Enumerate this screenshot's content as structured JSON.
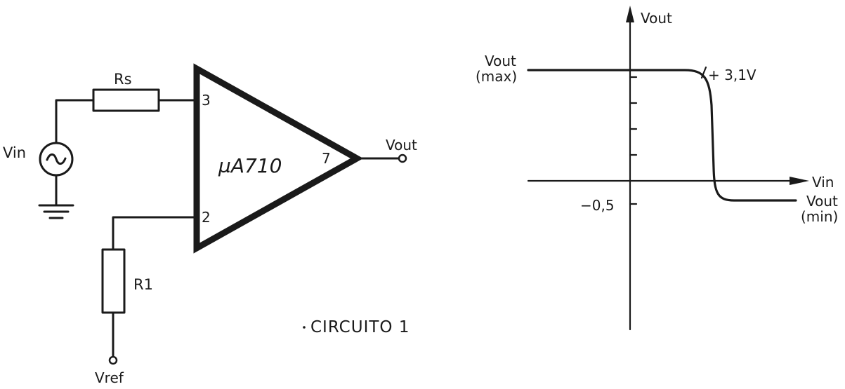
{
  "circuit": {
    "resistor_rs": "Rs",
    "resistor_r1": "R1",
    "source": "Vin",
    "ic": "µA710",
    "pin_noninv": "3",
    "pin_inv": "2",
    "pin_out": "7",
    "output": "Vout",
    "reference": "Vref",
    "caption": "CIRCUITO 1"
  },
  "graph": {
    "y_axis": "Vout",
    "x_axis": "Vin",
    "max_label_1": "Vout",
    "max_label_2": "(max)",
    "min_label_1": "Vout",
    "min_label_2": "(min)",
    "high_value": "+ 3,1V",
    "low_value": "−0,5"
  }
}
